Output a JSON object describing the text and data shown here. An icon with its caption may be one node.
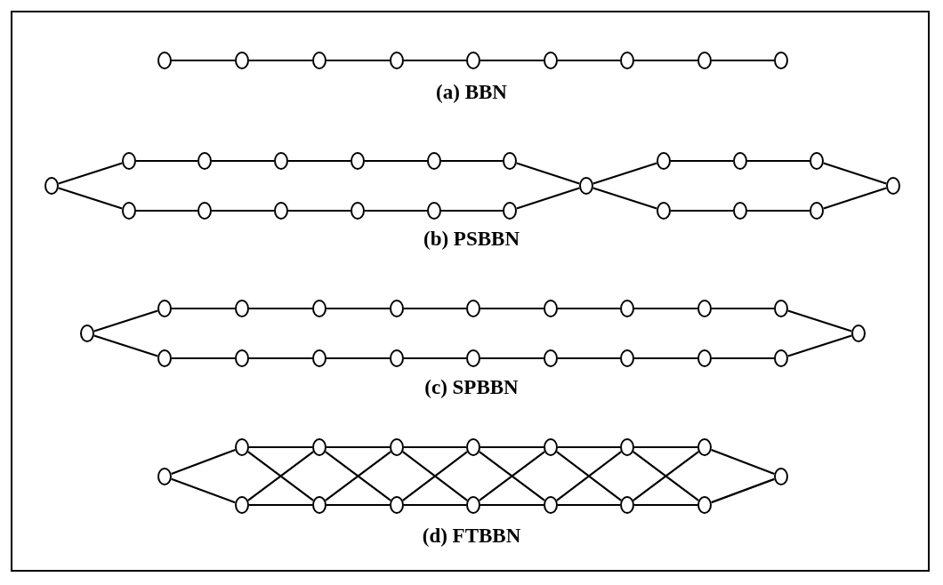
{
  "diagram": {
    "nodes": [
      {
        "text": [],
        "shape": "circle"
      },
      {
        "text": [],
        "shape": "circle"
      },
      {
        "text": [],
        "shape": "circle"
      },
      {
        "text": [],
        "shape": "circle"
      },
      {
        "text": [],
        "shape": "circle"
      },
      {
        "text": [],
        "shape": "circle"
      },
      {
        "text": [],
        "shape": "circle"
      },
      {
        "text": [],
        "shape": "circle"
      },
      {
        "text": [],
        "shape": "circle"
      },
      {
        "text": [],
        "shape": "circle"
      },
      {
        "text": [],
        "shape": "circle"
      },
      {
        "text": [],
        "shape": "circle"
      },
      {
        "text": [],
        "shape": "circle"
      },
      {
        "text": [],
        "shape": "circle"
      },
      {
        "text": [],
        "shape": "circle"
      },
      {
        "text": [],
        "shape": "circle"
      },
      {
        "text": [],
        "shape": "circle"
      },
      {
        "text": [],
        "shape": "circle"
      },
      {
        "text": [],
        "shape": "circle"
      },
      {
        "text": [],
        "shape": "circle"
      },
      {
        "text": [],
        "shape": "circle"
      },
      {
        "text": [],
        "shape": "circle"
      },
      {
        "text": [],
        "shape": "circle"
      },
      {
        "text": [],
        "shape": "circle"
      },
      {
        "text": [],
        "shape": "circle"
      },
      {
        "text": [],
        "shape": "circle"
      },
      {
        "text": [],
        "shape": "circle"
      },
      {
        "text": [],
        "shape": "circle"
      },
      {
        "text": [],
        "shape": "circle"
      },
      {
        "text": [],
        "shape": "circle"
      },
      {
        "text": [],
        "shape": "circle"
      },
      {
        "text": [],
        "shape": "circle"
      },
      {
        "text": [],
        "shape": "circle"
      },
      {
        "text": [],
        "shape": "circle"
      },
      {
        "text": [],
        "shape": "circle"
      },
      {
        "text": [],
        "shape": "circle"
      },
      {
        "text": [],
        "shape": "circle"
      },
      {
        "text": [],
        "shape": "circle"
      },
      {
        "text": [],
        "shape": "circle"
      },
      {
        "text": [],
        "shape": "circle"
      },
      {
        "text": [],
        "shape": "circle"
      },
      {
        "text": [],
        "shape": "circle"
      },
      {
        "text": [],
        "shape": "circle"
      },
      {
        "text": [],
        "shape": "circle"
      },
      {
        "text": [],
        "shape": "circle"
      },
      {
        "text": [],
        "shape": "circle"
      },
      {
        "text": [],
        "shape": "circle"
      },
      {
        "text": [],
        "shape": "circle"
      },
      {
        "text": [],
        "shape": "circle"
      },
      {
        "text": [],
        "shape": "circle"
      },
      {
        "text": [],
        "shape": "circle"
      },
      {
        "text": [],
        "shape": "circle"
      },
      {
        "text": [],
        "shape": "circle"
      },
      {
        "text": [],
        "shape": "circle"
      },
      {
        "text": [],
        "shape": "circle"
      },
      {
        "text": [],
        "shape": "circle"
      },
      {
        "text": [],
        "shape": "circle"
      },
      {
        "text": [],
        "shape": "circle"
      },
      {
        "text": [],
        "shape": "circle"
      },
      {
        "text": [],
        "shape": "circle"
      },
      {
        "text": [],
        "shape": "circle"
      },
      {
        "text": [],
        "shape": "circle"
      },
      {
        "text": [],
        "shape": "circle"
      },
      {
        "text": [],
        "shape": "circle"
      },
      {
        "text": [],
        "shape": "circle"
      },
      {
        "text": [],
        "shape": "circle"
      }
    ],
    "edges": [
      {
        "from": 0,
        "to": 1,
        "arrow": "none"
      },
      {
        "from": 1,
        "to": 2,
        "arrow": "none"
      },
      {
        "from": 2,
        "to": 3,
        "arrow": "none"
      },
      {
        "from": 3,
        "to": 4,
        "arrow": "none"
      },
      {
        "from": 4,
        "to": 5,
        "arrow": "none"
      },
      {
        "from": 5,
        "to": 6,
        "arrow": "none"
      },
      {
        "from": 6,
        "to": 7,
        "arrow": "none"
      },
      {
        "from": 7,
        "to": 8,
        "arrow": "none"
      },
      {
        "from": 9,
        "to": 10,
        "arrow": "none"
      },
      {
        "from": 9,
        "to": 16,
        "arrow": "none"
      },
      {
        "from": 10,
        "to": 11,
        "arrow": "none"
      },
      {
        "from": 11,
        "to": 12,
        "arrow": "none"
      },
      {
        "from": 12,
        "to": 13,
        "arrow": "none"
      },
      {
        "from": 13,
        "to": 14,
        "arrow": "none"
      },
      {
        "from": 14,
        "to": 15,
        "arrow": "none"
      },
      {
        "from": 16,
        "to": 17,
        "arrow": "none"
      },
      {
        "from": 17,
        "to": 18,
        "arrow": "none"
      },
      {
        "from": 18,
        "to": 19,
        "arrow": "none"
      },
      {
        "from": 19,
        "to": 20,
        "arrow": "none"
      },
      {
        "from": 20,
        "to": 21,
        "arrow": "none"
      },
      {
        "from": 15,
        "to": 22,
        "arrow": "none"
      },
      {
        "from": 21,
        "to": 22,
        "arrow": "none"
      },
      {
        "from": 22,
        "to": 23,
        "arrow": "none"
      },
      {
        "from": 22,
        "to": 26,
        "arrow": "none"
      },
      {
        "from": 23,
        "to": 24,
        "arrow": "none"
      },
      {
        "from": 24,
        "to": 25,
        "arrow": "none"
      },
      {
        "from": 26,
        "to": 27,
        "arrow": "none"
      },
      {
        "from": 27,
        "to": 28,
        "arrow": "none"
      },
      {
        "from": 25,
        "to": 29,
        "arrow": "none"
      },
      {
        "from": 28,
        "to": 29,
        "arrow": "none"
      },
      {
        "from": 30,
        "to": 31,
        "arrow": "none"
      },
      {
        "from": 30,
        "to": 40,
        "arrow": "none"
      },
      {
        "from": 31,
        "to": 32,
        "arrow": "none"
      },
      {
        "from": 32,
        "to": 33,
        "arrow": "none"
      },
      {
        "from": 33,
        "to": 34,
        "arrow": "none"
      },
      {
        "from": 34,
        "to": 35,
        "arrow": "none"
      },
      {
        "from": 35,
        "to": 36,
        "arrow": "none"
      },
      {
        "from": 36,
        "to": 37,
        "arrow": "none"
      },
      {
        "from": 37,
        "to": 38,
        "arrow": "none"
      },
      {
        "from": 38,
        "to": 39,
        "arrow": "none"
      },
      {
        "from": 40,
        "to": 41,
        "arrow": "none"
      },
      {
        "from": 41,
        "to": 42,
        "arrow": "none"
      },
      {
        "from": 42,
        "to": 43,
        "arrow": "none"
      },
      {
        "from": 43,
        "to": 44,
        "arrow": "none"
      },
      {
        "from": 44,
        "to": 45,
        "arrow": "none"
      },
      {
        "from": 45,
        "to": 46,
        "arrow": "none"
      },
      {
        "from": 46,
        "to": 47,
        "arrow": "none"
      },
      {
        "from": 47,
        "to": 48,
        "arrow": "none"
      },
      {
        "from": 39,
        "to": 49,
        "arrow": "none"
      },
      {
        "from": 48,
        "to": 49,
        "arrow": "none"
      },
      {
        "from": 50,
        "to": 51,
        "arrow": "none"
      },
      {
        "from": 50,
        "to": 58,
        "arrow": "none"
      },
      {
        "from": 51,
        "to": 52,
        "arrow": "none"
      },
      {
        "from": 52,
        "to": 53,
        "arrow": "none"
      },
      {
        "from": 53,
        "to": 54,
        "arrow": "none"
      },
      {
        "from": 54,
        "to": 55,
        "arrow": "none"
      },
      {
        "from": 55,
        "to": 56,
        "arrow": "none"
      },
      {
        "from": 56,
        "to": 57,
        "arrow": "none"
      },
      {
        "from": 58,
        "to": 59,
        "arrow": "none"
      },
      {
        "from": 59,
        "to": 60,
        "arrow": "none"
      },
      {
        "from": 60,
        "to": 61,
        "arrow": "none"
      },
      {
        "from": 61,
        "to": 62,
        "arrow": "none"
      },
      {
        "from": 62,
        "to": 63,
        "arrow": "none"
      },
      {
        "from": 63,
        "to": 64,
        "arrow": "none"
      },
      {
        "from": 51,
        "to": 59,
        "arrow": "none"
      },
      {
        "from": 52,
        "to": 60,
        "arrow": "none"
      },
      {
        "from": 53,
        "to": 61,
        "arrow": "none"
      },
      {
        "from": 54,
        "to": 62,
        "arrow": "none"
      },
      {
        "from": 55,
        "to": 63,
        "arrow": "none"
      },
      {
        "from": 56,
        "to": 64,
        "arrow": "none"
      },
      {
        "from": 58,
        "to": 52,
        "arrow": "none"
      },
      {
        "from": 59,
        "to": 53,
        "arrow": "none"
      },
      {
        "from": 60,
        "to": 54,
        "arrow": "none"
      },
      {
        "from": 61,
        "to": 55,
        "arrow": "none"
      },
      {
        "from": 62,
        "to": 56,
        "arrow": "none"
      },
      {
        "from": 63,
        "to": 57,
        "arrow": "none"
      },
      {
        "from": 57,
        "to": 65,
        "arrow": "none"
      },
      {
        "from": 64,
        "to": 65,
        "arrow": "none"
      }
    ],
    "labels": [
      "(a) BBN",
      "(b) PSBBN",
      "(c) SPBBN",
      "(d) FTBBN"
    ]
  }
}
